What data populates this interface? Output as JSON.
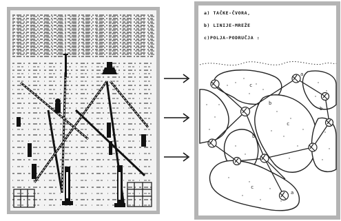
{
  "figure": {
    "legend_items": [
      {
        "text": "a) TAČKE-ČVORA,"
      },
      {
        "text": "b) LINIJE-MREŽE"
      },
      {
        "text": "c)POLJA-PODRUČJA :"
      }
    ],
    "map_letters": [
      "c",
      "b",
      "a",
      "b",
      "c",
      "b",
      "c",
      "a"
    ],
    "arrows": [
      "→",
      "→",
      "→"
    ]
  }
}
